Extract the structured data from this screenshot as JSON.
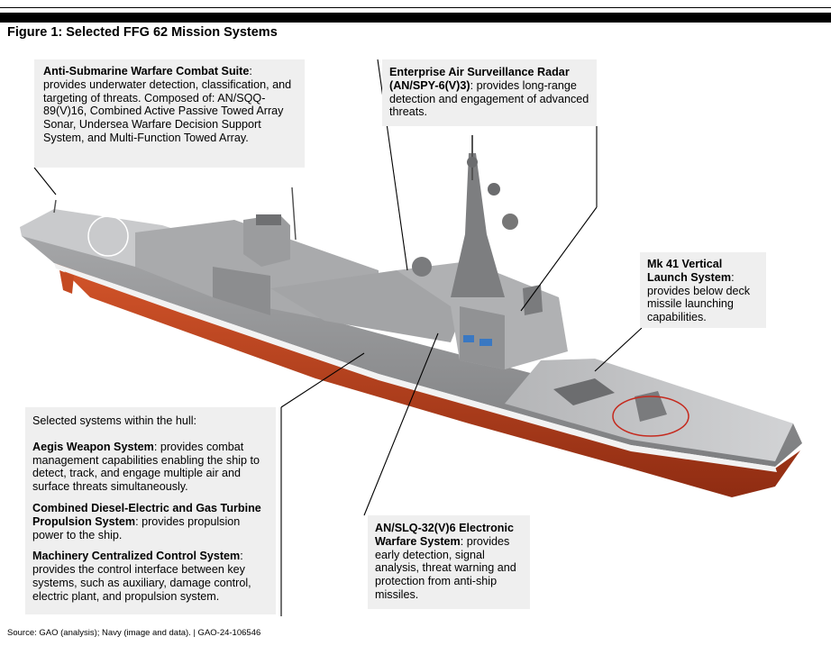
{
  "figure": {
    "title": "Figure 1: Selected FFG 62 Mission Systems",
    "source": "Source: GAO (analysis); Navy (image and data).  |  GAO-24-106546"
  },
  "callouts": {
    "asw": {
      "name": "Anti-Submarine Warfare Combat Suite",
      "desc": ": provides underwater detection, classification, and targeting of threats. Composed of: AN/SQQ-89(V)16, Combined Active Passive Towed Array Sonar, Undersea Warfare Decision Support System, and Multi-Function Towed Array."
    },
    "radar": {
      "name": "Enterprise Air Surveillance Radar (AN/SPY-6(V)3)",
      "desc": ": provides long-range detection and engagement of advanced threats."
    },
    "vls": {
      "name": "Mk 41 Vertical Launch System",
      "desc": ": provides below deck missile launching capabilities."
    },
    "hull": {
      "intro": "Selected systems within the hull:",
      "items": [
        {
          "name": "Aegis Weapon System",
          "desc": ": provides combat management capabilities enabling the ship to detect, track, and engage multiple air and surface threats simultaneously."
        },
        {
          "name": "Combined Diesel-Electric and Gas Turbine Propulsion System",
          "desc": ": provides propulsion power to the ship."
        },
        {
          "name": "Machinery Centralized Control System",
          "desc": ": provides the control interface between key systems, such as auxiliary, damage control, electric plant, and propulsion system."
        }
      ]
    },
    "ew": {
      "name": "AN/SLQ-32(V)6 Electronic Warfare System",
      "desc": ": provides early detection, signal analysis, threat warning and protection from anti-ship missiles."
    }
  },
  "colors": {
    "hull_gray": "#9a9b9d",
    "deck_gray": "#bfc0c2",
    "waterline_red": "#c0401e",
    "callout_bg": "#efefef"
  }
}
